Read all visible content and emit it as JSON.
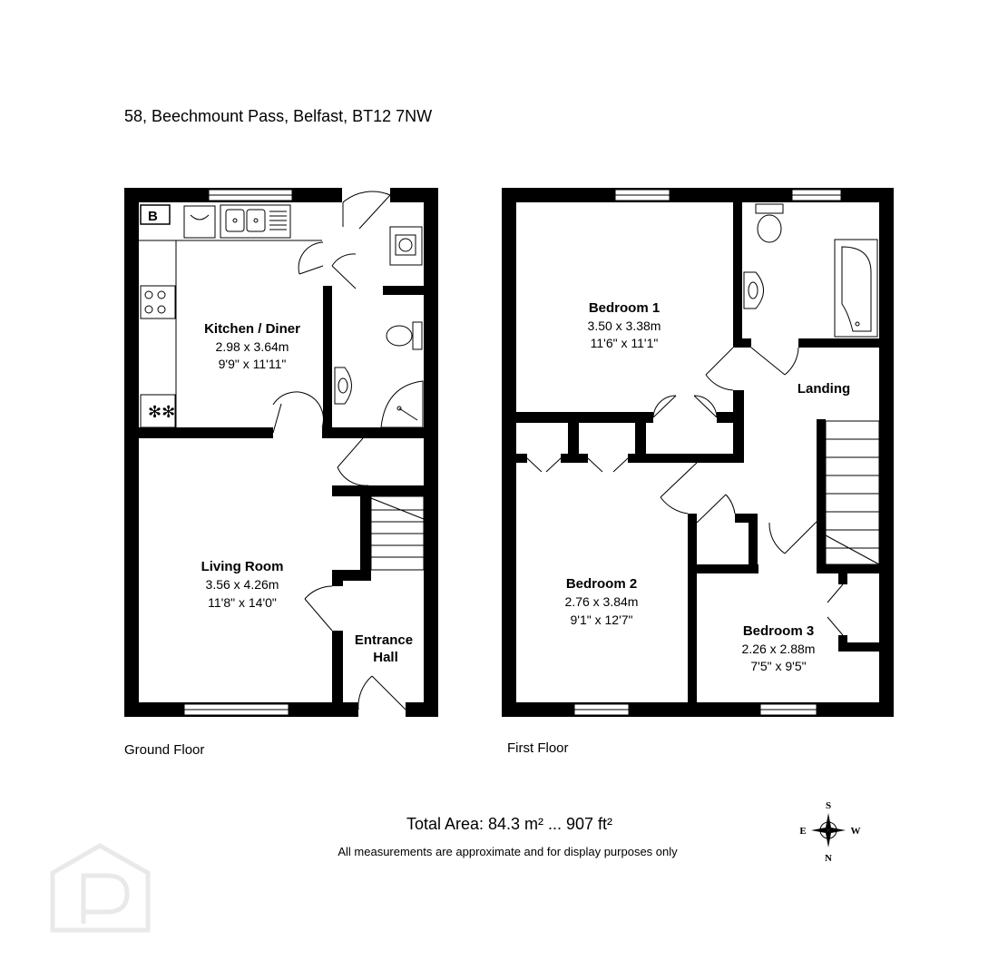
{
  "header": {
    "address": "58, Beechmount Pass, Belfast, BT12 7NW"
  },
  "floors": {
    "ground": {
      "label": "Ground Floor",
      "rooms": [
        {
          "name": "Kitchen / Diner",
          "metric": "2.98 x 3.64m",
          "imperial": "9'9\" x 11'11\""
        },
        {
          "name": "Living Room",
          "metric": "3.56 x 4.26m",
          "imperial": "11'8\" x 14'0\""
        },
        {
          "name": "Entrance",
          "name2": "Hall"
        }
      ],
      "boiler_label": "B"
    },
    "first": {
      "label": "First Floor",
      "rooms": [
        {
          "name": "Bedroom 1",
          "metric": "3.50 x 3.38m",
          "imperial": "11'6\" x 11'1\""
        },
        {
          "name": "Landing"
        },
        {
          "name": "Bedroom 2",
          "metric": "2.76 x 3.84m",
          "imperial": "9'1\" x 12'7\""
        },
        {
          "name": "Bedroom 3",
          "metric": "2.26 x 2.88m",
          "imperial": "7'5\" x 9'5\""
        }
      ]
    }
  },
  "footer": {
    "total_area": "Total Area: 84.3 m² ... 907 ft²",
    "disclaimer": "All measurements are approximate and for display purposes only"
  },
  "compass": {
    "top": "S",
    "left": "E",
    "right": "W",
    "bottom": "N"
  },
  "icons": [
    "compass-rose-icon",
    "watermark-logo-icon"
  ],
  "colors": {
    "wall": "#000000",
    "background": "#ffffff",
    "watermark": "#e9e9e9"
  }
}
